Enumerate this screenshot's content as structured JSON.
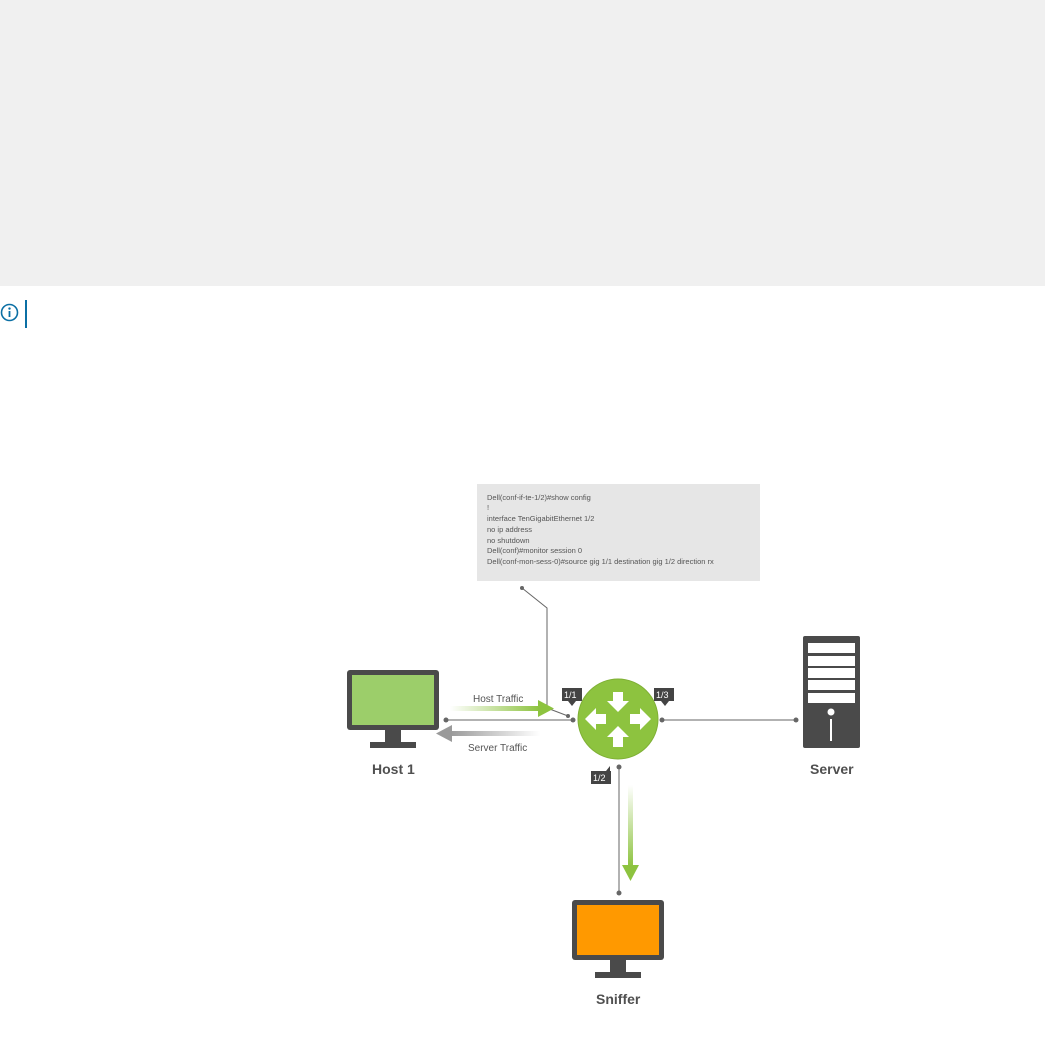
{
  "cli": {
    "lines": [
      "Dell(conf-if-te-1/2)#show config",
      "!",
      "interface TenGigabitEthernet 1/2",
      " no ip address",
      " no shutdown",
      "Dell(conf)#monitor session 0",
      "Dell(conf-mon-sess-0)#source gig 1/1 destination gig 1/2 direction rx"
    ]
  },
  "nodes": {
    "host": "Host 1",
    "server": "Server",
    "sniffer": "Sniffer"
  },
  "traffic": {
    "host": "Host Traffic",
    "server": "Server Traffic"
  },
  "ports": {
    "p1": "1/1",
    "p2": "1/2",
    "p3": "1/3"
  },
  "colors": {
    "host_screen": "#9cce6a",
    "sniffer_screen": "#ff9900",
    "router": "#8dc33f",
    "device": "#4a4a4a",
    "cli_box": "#e6e6e6",
    "info_accent": "#0b6fa4"
  }
}
